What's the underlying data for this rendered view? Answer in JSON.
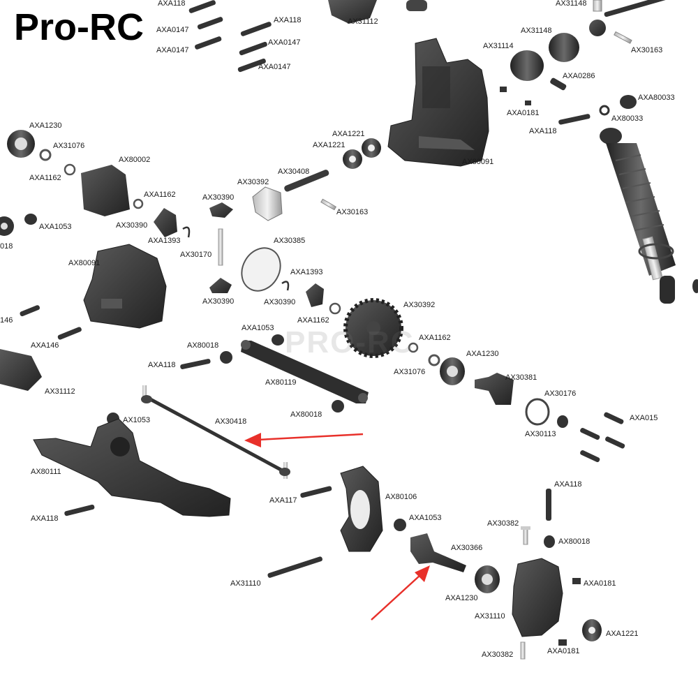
{
  "brand": {
    "title": "Pro-RC",
    "watermark": "PRO-RC"
  },
  "colors": {
    "part": "#3a3a3a",
    "part_dark": "#262626",
    "arrow": "#e8302a",
    "label": "#1a1a1a"
  },
  "labels": [
    {
      "text": "AXA118"
    },
    {
      "text": "AXA0147"
    },
    {
      "text": "AXA0147"
    },
    {
      "text": "AXA118"
    },
    {
      "text": "AXA0147"
    },
    {
      "text": "AXA0147"
    },
    {
      "text": "AX31112"
    },
    {
      "text": "AX31148"
    },
    {
      "text": "AX31148"
    },
    {
      "text": "AX31114"
    },
    {
      "text": "AX30163"
    },
    {
      "text": "AXA0286"
    },
    {
      "text": "AXA0181"
    },
    {
      "text": "AXA80033"
    },
    {
      "text": "AXA118"
    },
    {
      "text": "AX80033"
    },
    {
      "text": "AXA1230"
    },
    {
      "text": "AX31076"
    },
    {
      "text": "AX80002"
    },
    {
      "text": "AXA1162"
    },
    {
      "text": "AXA1221"
    },
    {
      "text": "AXA1221"
    },
    {
      "text": "AX80091"
    },
    {
      "text": "AX30408"
    },
    {
      "text": "AX30392"
    },
    {
      "text": "AX30390"
    },
    {
      "text": "AXA1162"
    },
    {
      "text": "AX30163"
    },
    {
      "text": "AX30390"
    },
    {
      "text": "AXA1053"
    },
    {
      "text": "018"
    },
    {
      "text": "AXA1393"
    },
    {
      "text": "AX30385"
    },
    {
      "text": "AX30170"
    },
    {
      "text": "AX80091"
    },
    {
      "text": "AXA1393"
    },
    {
      "text": "AX30390"
    },
    {
      "text": "AX30390"
    },
    {
      "text": "AX30392"
    },
    {
      "text": "146"
    },
    {
      "text": "AXA1162"
    },
    {
      "text": "AXA1053"
    },
    {
      "text": "AXA146"
    },
    {
      "text": "AX80018"
    },
    {
      "text": "AXA1162"
    },
    {
      "text": "AXA118"
    },
    {
      "text": "AXA1230"
    },
    {
      "text": "AX80119"
    },
    {
      "text": "AX31076"
    },
    {
      "text": "AX30381"
    },
    {
      "text": "AX31112"
    },
    {
      "text": "AX30176"
    },
    {
      "text": "AX80018"
    },
    {
      "text": "AX1053"
    },
    {
      "text": "AXA015"
    },
    {
      "text": "AX30418"
    },
    {
      "text": "AX30113"
    },
    {
      "text": "AX80111"
    },
    {
      "text": "AXA118"
    },
    {
      "text": "AXA117"
    },
    {
      "text": "AX80106"
    },
    {
      "text": "AXA118"
    },
    {
      "text": "AX30382"
    },
    {
      "text": "AXA1053"
    },
    {
      "text": "AX80018"
    },
    {
      "text": "AX30366"
    },
    {
      "text": "AX31110"
    },
    {
      "text": "AXA0181"
    },
    {
      "text": "AXA1230"
    },
    {
      "text": "AX31110"
    },
    {
      "text": "AXA1221"
    },
    {
      "text": "AX30382"
    },
    {
      "text": "AXA0181"
    }
  ]
}
